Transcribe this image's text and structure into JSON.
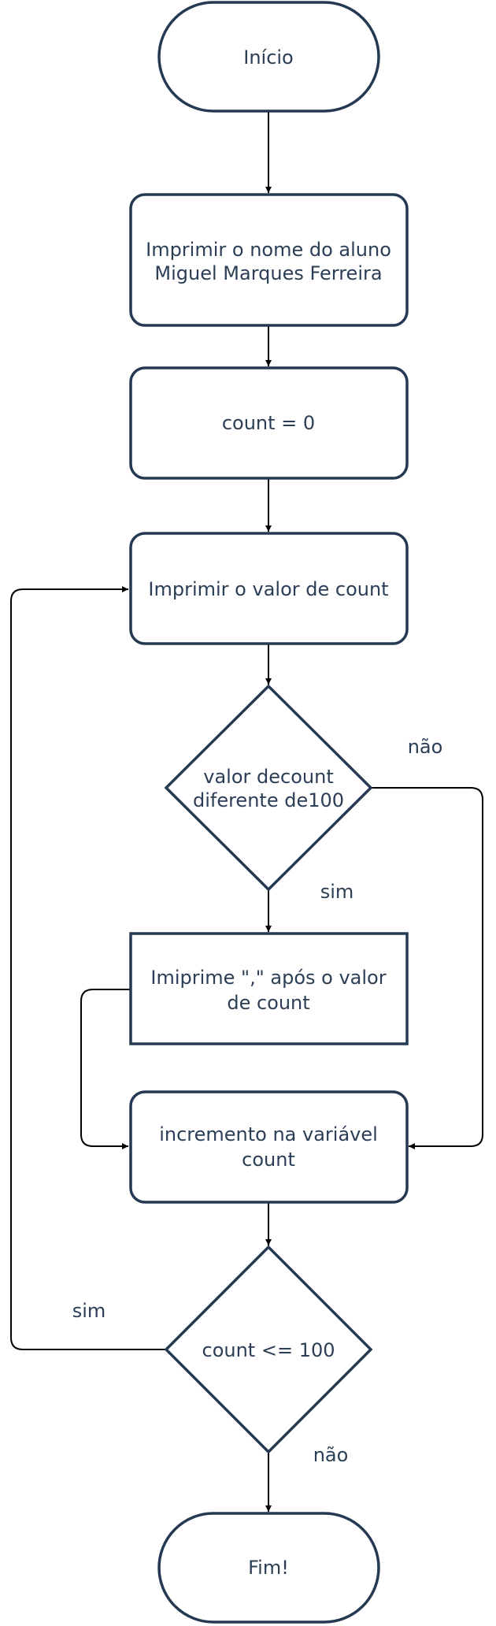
{
  "nodes": {
    "start": {
      "label": "Início"
    },
    "print_name": {
      "line1": "Imprimir o nome do aluno",
      "line2": "Miguel Marques Ferreira"
    },
    "init_count": {
      "label": "count = 0"
    },
    "print_count": {
      "label": "Imprimir o valor de count"
    },
    "decision_diff": {
      "line1": "valor decount",
      "line2": "diferente de100"
    },
    "print_comma": {
      "line1": "Imiprime \",\" após o valor",
      "line2": "de count"
    },
    "increment": {
      "line1": "incremento na variável",
      "line2": "count"
    },
    "decision_le": {
      "label": "count <= 100"
    },
    "end": {
      "label": "Fim!"
    }
  },
  "edge_labels": {
    "diff_no": "não",
    "diff_yes": "sim",
    "le_yes": "sim",
    "le_no": "não"
  },
  "colors": {
    "shape_stroke": "#253a52",
    "text": "#2b3e55",
    "edge": "#000000"
  }
}
